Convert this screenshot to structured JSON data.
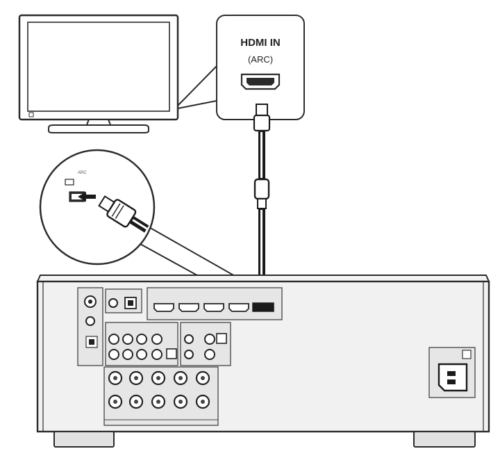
{
  "callout": {
    "title": "HDMI IN",
    "subtitle": "(ARC)"
  },
  "inset": {
    "arc_mark": "ARC"
  },
  "colors": {
    "line": "#2b2b2b",
    "panel": "#efefef",
    "panel_dark": "#cfcfcf",
    "cable": "#1a1a1a",
    "highlight": "#ffffff"
  }
}
